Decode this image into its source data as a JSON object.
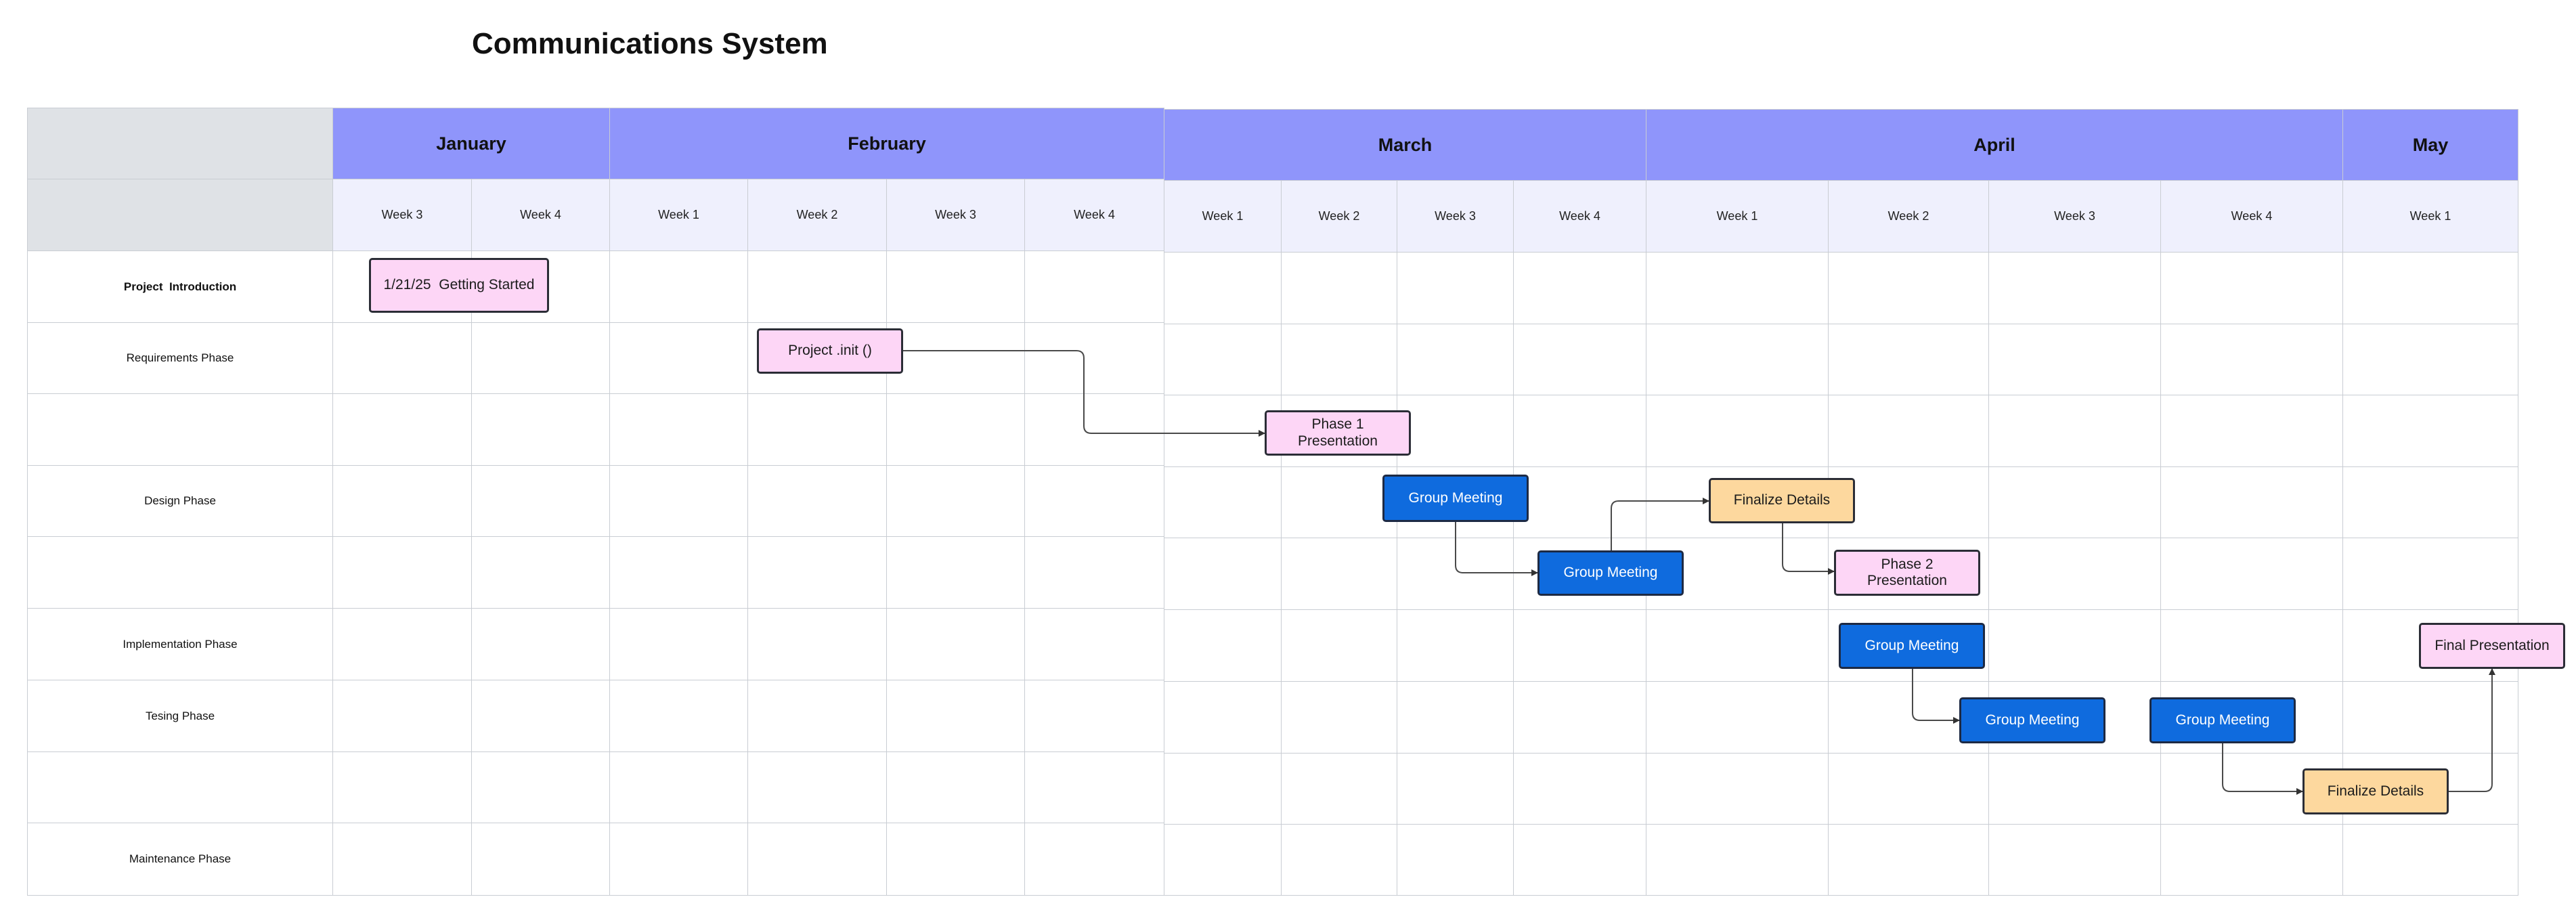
{
  "title": "Communications System",
  "months": [
    {
      "label": "January"
    },
    {
      "label": "February"
    },
    {
      "label": "March"
    },
    {
      "label": "April"
    },
    {
      "label": "May"
    }
  ],
  "weeks": [
    {
      "label": "Week 3"
    },
    {
      "label": "Week 4"
    },
    {
      "label": "Week 1"
    },
    {
      "label": "Week 2"
    },
    {
      "label": "Week 3"
    },
    {
      "label": "Week 4"
    },
    {
      "label": "Week 1"
    },
    {
      "label": "Week 2"
    },
    {
      "label": "Week 3"
    },
    {
      "label": "Week 4"
    },
    {
      "label": "Week 1"
    },
    {
      "label": "Week 2"
    },
    {
      "label": "Week 3"
    },
    {
      "label": "Week 4"
    },
    {
      "label": "Week 1"
    }
  ],
  "rows": [
    {
      "label": "Project  Introduction"
    },
    {
      "label": "Requirements Phase"
    },
    {
      "label": ""
    },
    {
      "label": "Design Phase"
    },
    {
      "label": ""
    },
    {
      "label": "Implementation Phase"
    },
    {
      "label": "Tesing Phase"
    },
    {
      "label": ""
    },
    {
      "label": "Maintenance Phase"
    }
  ],
  "tasks": {
    "getting_started": "1/21/25  Getting Started",
    "project_init": "Project .init ()",
    "phase1_line1": "Phase 1",
    "phase1_line2": "Presentation",
    "group_meeting_1": "Group Meeting",
    "finalize_details_1": "Finalize Details",
    "group_meeting_2": "Group Meeting",
    "phase2_line1": "Phase 2",
    "phase2_line2": "Presentation",
    "group_meeting_3": "Group Meeting",
    "final_presentation": "Final Presentation",
    "group_meeting_4": "Group Meeting",
    "group_meeting_5": "Group Meeting",
    "finalize_details_2": "Finalize Details"
  },
  "colors": {
    "month_header": "#8f95fb",
    "week_header": "#eff0fd",
    "corner": "#dfe2e6",
    "milestone_pink": "#fdd6f6",
    "meeting_blue": "#0f6bde",
    "finalize_orange": "#fdd89e",
    "connector": "#4a4a4a"
  }
}
